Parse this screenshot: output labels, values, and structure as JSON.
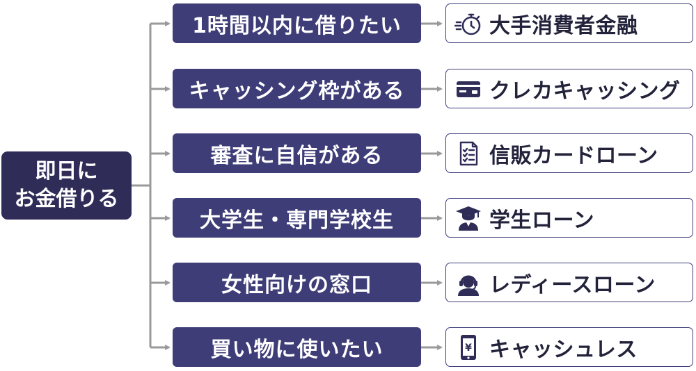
{
  "root": {
    "line1": "即日に",
    "line2": "お金借りる"
  },
  "rows": [
    {
      "condition": "1時間以内に借りたい",
      "result": "大手消費者金融",
      "icon": "stopwatch-icon"
    },
    {
      "condition": "キャッシング枠がある",
      "result": "クレカキャッシング",
      "icon": "credit-card-icon"
    },
    {
      "condition": "審査に自信がある",
      "result": "信販カードローン",
      "icon": "checklist-document-icon"
    },
    {
      "condition": "大学生・専門学校生",
      "result": "学生ローン",
      "icon": "graduate-icon"
    },
    {
      "condition": "女性向けの窓口",
      "result": "レディースローン",
      "icon": "headset-operator-icon"
    },
    {
      "condition": "買い物に使いたい",
      "result": "キャッシュレス",
      "icon": "smartphone-yen-icon"
    }
  ],
  "colors": {
    "node": "#3e3d78",
    "root": "#2f2c58",
    "connector": "#9a9a9a"
  }
}
